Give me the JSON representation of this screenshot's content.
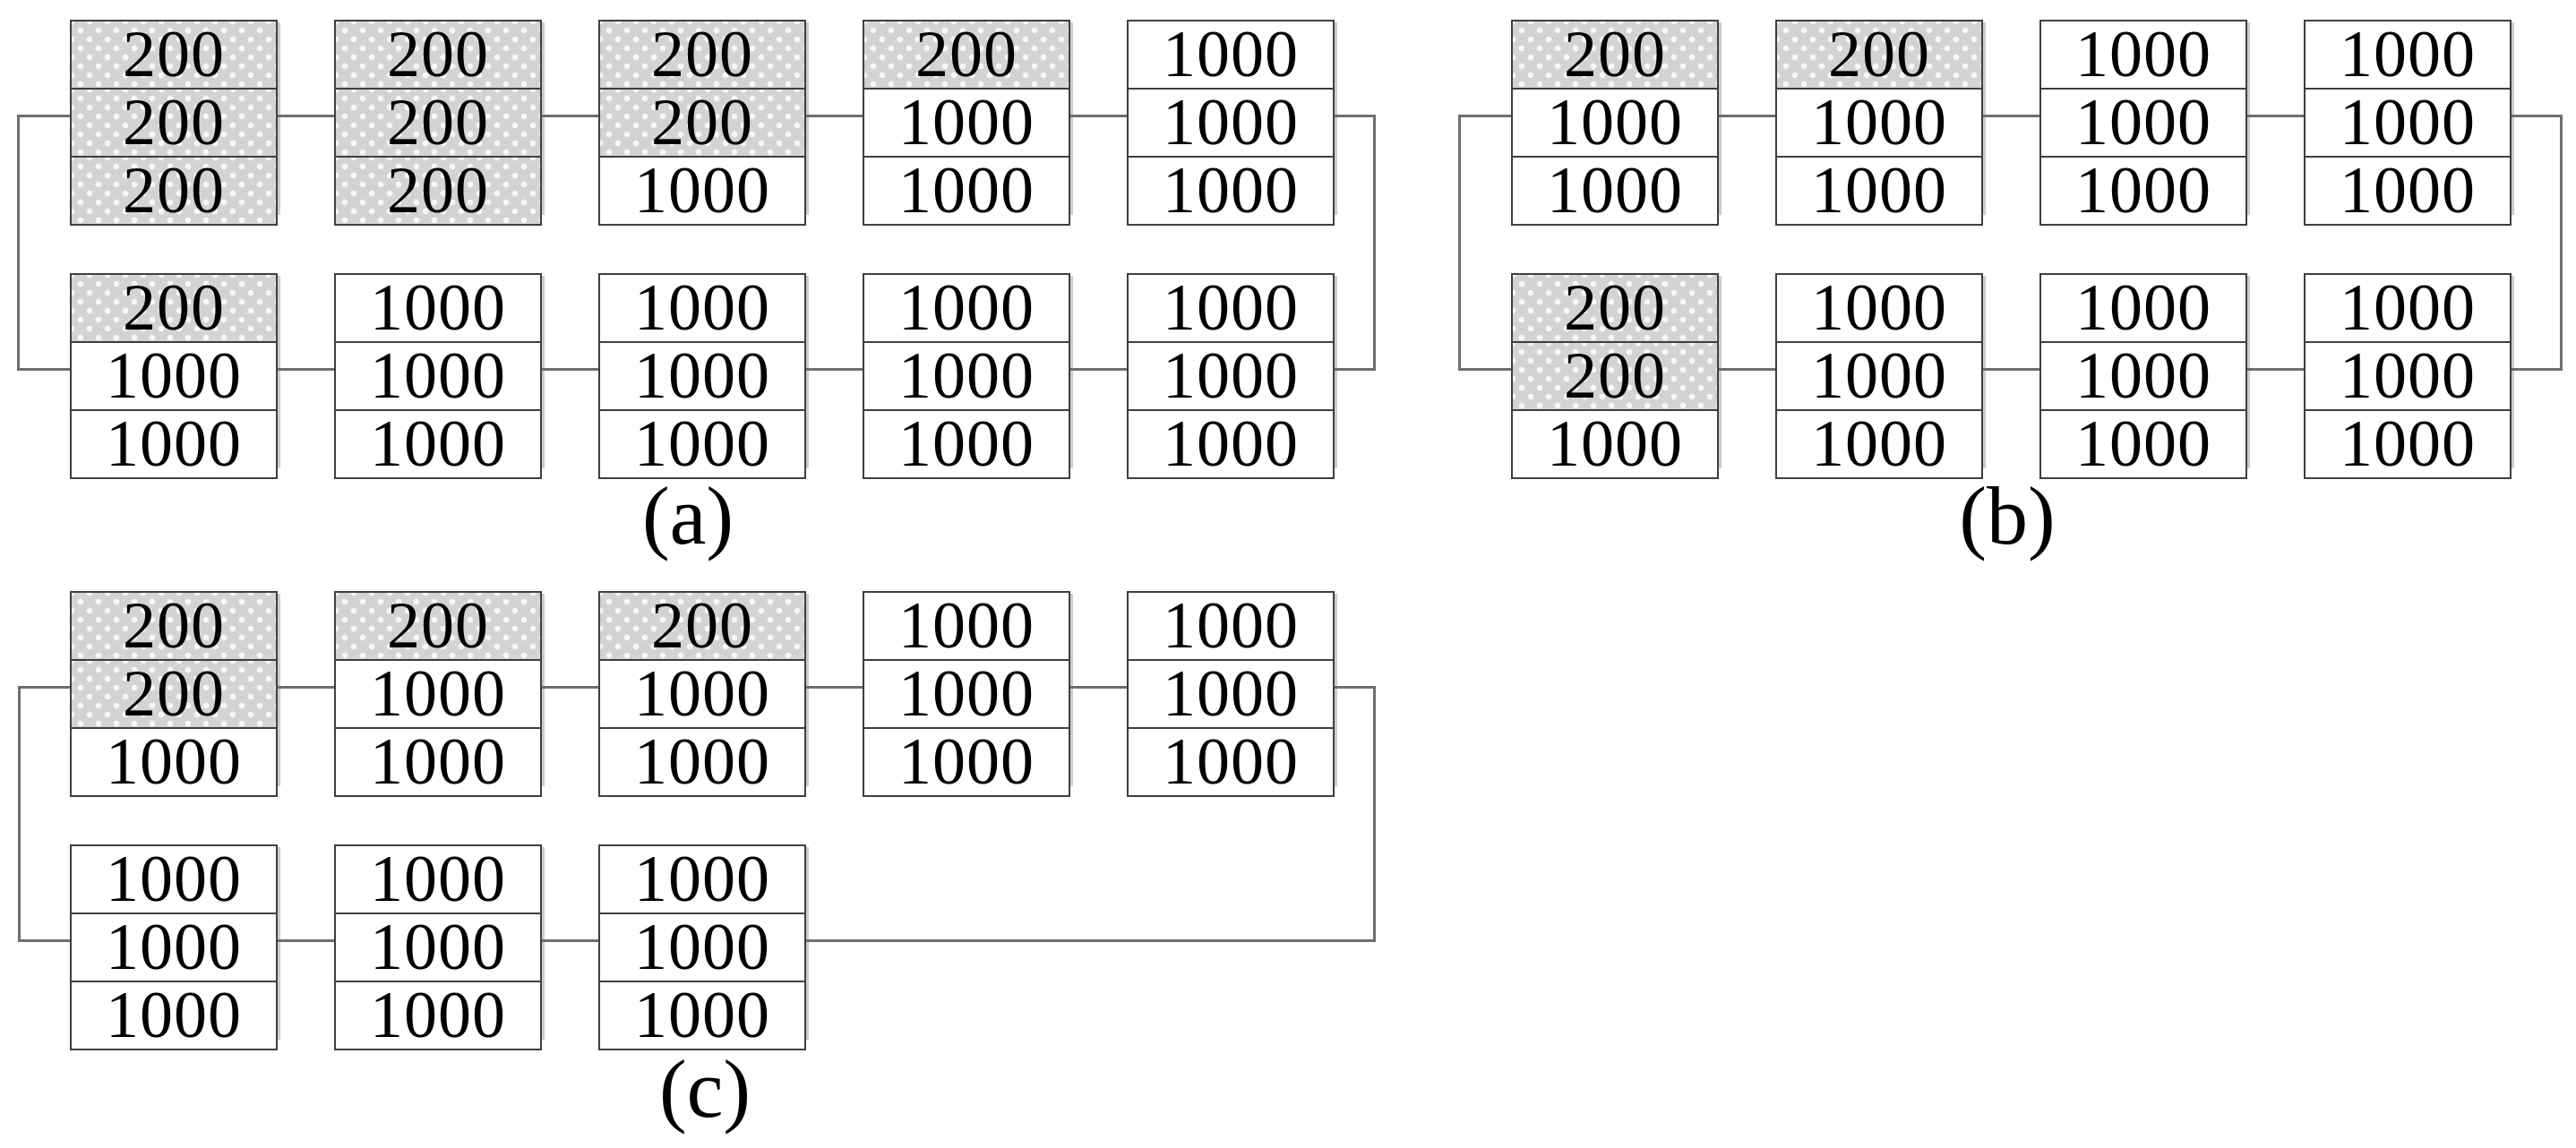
{
  "figures": [
    {
      "label": "(a)",
      "rows": [
        {
          "stacks": [
            {
              "cells": [
                {
                  "value": "200",
                  "shaded": true
                },
                {
                  "value": "200",
                  "shaded": true
                },
                {
                  "value": "200",
                  "shaded": true
                }
              ]
            },
            {
              "cells": [
                {
                  "value": "200",
                  "shaded": true
                },
                {
                  "value": "200",
                  "shaded": true
                },
                {
                  "value": "200",
                  "shaded": true
                }
              ]
            },
            {
              "cells": [
                {
                  "value": "200",
                  "shaded": true
                },
                {
                  "value": "200",
                  "shaded": true
                },
                {
                  "value": "1000",
                  "shaded": false
                }
              ]
            },
            {
              "cells": [
                {
                  "value": "200",
                  "shaded": true
                },
                {
                  "value": "1000",
                  "shaded": false
                },
                {
                  "value": "1000",
                  "shaded": false
                }
              ]
            },
            {
              "cells": [
                {
                  "value": "1000",
                  "shaded": false
                },
                {
                  "value": "1000",
                  "shaded": false
                },
                {
                  "value": "1000",
                  "shaded": false
                }
              ]
            }
          ]
        },
        {
          "stacks": [
            {
              "cells": [
                {
                  "value": "200",
                  "shaded": true
                },
                {
                  "value": "1000",
                  "shaded": false
                },
                {
                  "value": "1000",
                  "shaded": false
                }
              ]
            },
            {
              "cells": [
                {
                  "value": "1000",
                  "shaded": false
                },
                {
                  "value": "1000",
                  "shaded": false
                },
                {
                  "value": "1000",
                  "shaded": false
                }
              ]
            },
            {
              "cells": [
                {
                  "value": "1000",
                  "shaded": false
                },
                {
                  "value": "1000",
                  "shaded": false
                },
                {
                  "value": "1000",
                  "shaded": false
                }
              ]
            },
            {
              "cells": [
                {
                  "value": "1000",
                  "shaded": false
                },
                {
                  "value": "1000",
                  "shaded": false
                },
                {
                  "value": "1000",
                  "shaded": false
                }
              ]
            },
            {
              "cells": [
                {
                  "value": "1000",
                  "shaded": false
                },
                {
                  "value": "1000",
                  "shaded": false
                },
                {
                  "value": "1000",
                  "shaded": false
                }
              ]
            }
          ]
        }
      ]
    },
    {
      "label": "(b)",
      "rows": [
        {
          "stacks": [
            {
              "cells": [
                {
                  "value": "200",
                  "shaded": true
                },
                {
                  "value": "1000",
                  "shaded": false
                },
                {
                  "value": "1000",
                  "shaded": false
                }
              ]
            },
            {
              "cells": [
                {
                  "value": "200",
                  "shaded": true
                },
                {
                  "value": "1000",
                  "shaded": false
                },
                {
                  "value": "1000",
                  "shaded": false
                }
              ]
            },
            {
              "cells": [
                {
                  "value": "1000",
                  "shaded": false
                },
                {
                  "value": "1000",
                  "shaded": false
                },
                {
                  "value": "1000",
                  "shaded": false
                }
              ]
            },
            {
              "cells": [
                {
                  "value": "1000",
                  "shaded": false
                },
                {
                  "value": "1000",
                  "shaded": false
                },
                {
                  "value": "1000",
                  "shaded": false
                }
              ]
            }
          ]
        },
        {
          "stacks": [
            {
              "cells": [
                {
                  "value": "200",
                  "shaded": true
                },
                {
                  "value": "200",
                  "shaded": true
                },
                {
                  "value": "1000",
                  "shaded": false
                }
              ]
            },
            {
              "cells": [
                {
                  "value": "1000",
                  "shaded": false
                },
                {
                  "value": "1000",
                  "shaded": false
                },
                {
                  "value": "1000",
                  "shaded": false
                }
              ]
            },
            {
              "cells": [
                {
                  "value": "1000",
                  "shaded": false
                },
                {
                  "value": "1000",
                  "shaded": false
                },
                {
                  "value": "1000",
                  "shaded": false
                }
              ]
            },
            {
              "cells": [
                {
                  "value": "1000",
                  "shaded": false
                },
                {
                  "value": "1000",
                  "shaded": false
                },
                {
                  "value": "1000",
                  "shaded": false
                }
              ]
            }
          ]
        }
      ]
    },
    {
      "label": "(c)",
      "rows": [
        {
          "stacks": [
            {
              "cells": [
                {
                  "value": "200",
                  "shaded": true
                },
                {
                  "value": "200",
                  "shaded": true
                },
                {
                  "value": "1000",
                  "shaded": false
                }
              ]
            },
            {
              "cells": [
                {
                  "value": "200",
                  "shaded": true
                },
                {
                  "value": "1000",
                  "shaded": false
                },
                {
                  "value": "1000",
                  "shaded": false
                }
              ]
            },
            {
              "cells": [
                {
                  "value": "200",
                  "shaded": true
                },
                {
                  "value": "1000",
                  "shaded": false
                },
                {
                  "value": "1000",
                  "shaded": false
                }
              ]
            },
            {
              "cells": [
                {
                  "value": "1000",
                  "shaded": false
                },
                {
                  "value": "1000",
                  "shaded": false
                },
                {
                  "value": "1000",
                  "shaded": false
                }
              ]
            },
            {
              "cells": [
                {
                  "value": "1000",
                  "shaded": false
                },
                {
                  "value": "1000",
                  "shaded": false
                },
                {
                  "value": "1000",
                  "shaded": false
                }
              ]
            }
          ]
        },
        {
          "stacks": [
            {
              "cells": [
                {
                  "value": "1000",
                  "shaded": false
                },
                {
                  "value": "1000",
                  "shaded": false
                },
                {
                  "value": "1000",
                  "shaded": false
                }
              ]
            },
            {
              "cells": [
                {
                  "value": "1000",
                  "shaded": false
                },
                {
                  "value": "1000",
                  "shaded": false
                },
                {
                  "value": "1000",
                  "shaded": false
                }
              ]
            },
            {
              "cells": [
                {
                  "value": "1000",
                  "shaded": false
                },
                {
                  "value": "1000",
                  "shaded": false
                },
                {
                  "value": "1000",
                  "shaded": false
                }
              ]
            }
          ]
        }
      ]
    }
  ],
  "colors": {
    "background": "#ffffff",
    "text": "#000000",
    "cell_border": "#3f3f3f",
    "connector": "#6e6e6e",
    "shaded_fill": "#d3d3d3",
    "shaded_dot": "#f7f7f7",
    "stack_shadow": "#cccccc"
  }
}
